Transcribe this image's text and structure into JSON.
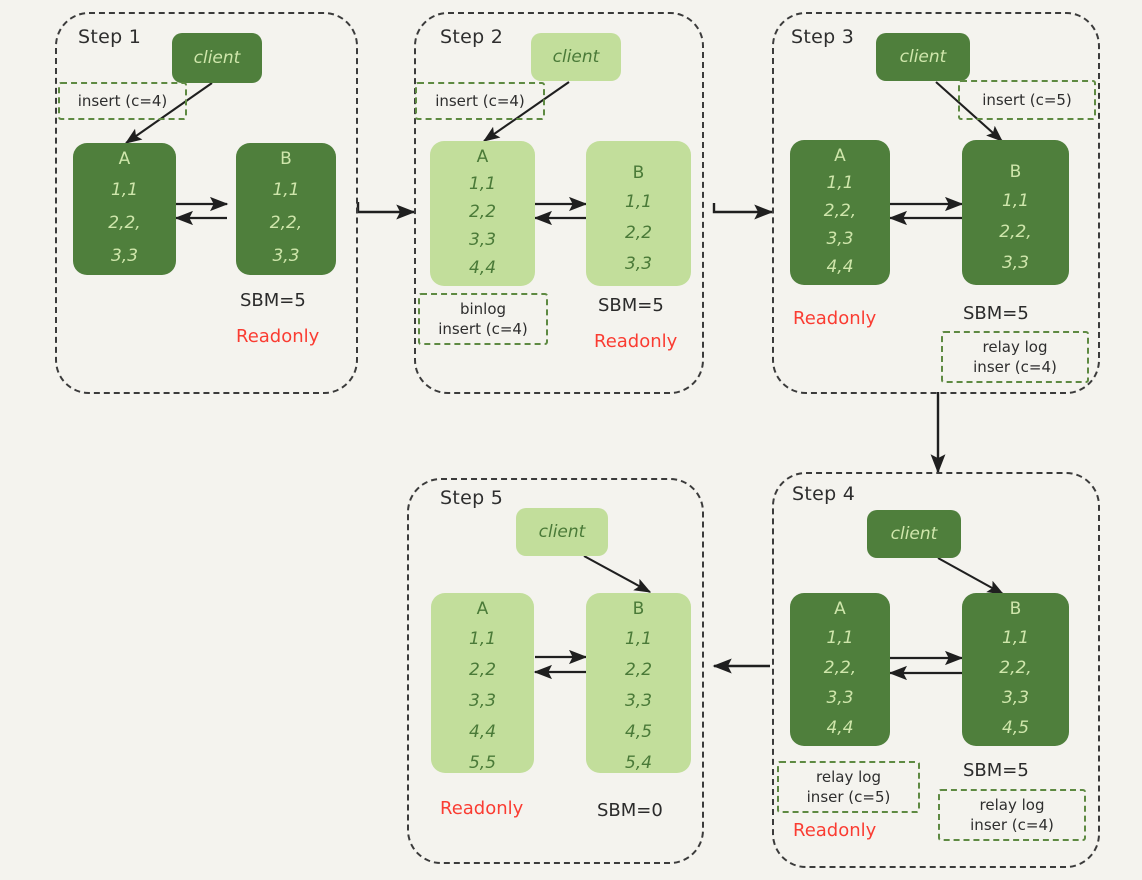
{
  "diagram": {
    "title": "MySQL master-slave replication step sequence",
    "background_color": "#f4f3ee",
    "colors": {
      "dark_green": "#4f7f3c",
      "light_green": "#c2de9b",
      "dark_text_on_green": "#cfe6ab",
      "green_text_on_light": "#4a7a38",
      "note_border": "#5e8a42",
      "readonly_red": "#fa3c32",
      "panel_border": "#3b3b3b",
      "arrow": "#1f1f1f"
    }
  },
  "steps": [
    {
      "id": "step1",
      "title": "Step 1",
      "client": {
        "label": "client",
        "tone": "dark"
      },
      "notes": [
        {
          "name": "insert-note",
          "lines": [
            "insert (c=4)"
          ]
        }
      ],
      "nodes": [
        {
          "name": "node-a",
          "tone": "dark",
          "rows": [
            "A",
            "1,1",
            "2,2,",
            "3,3"
          ]
        },
        {
          "name": "node-b",
          "tone": "dark",
          "rows": [
            "B",
            "1,1",
            "2,2,",
            "3,3"
          ]
        }
      ],
      "labels": [
        {
          "name": "sbm-label",
          "text": "SBM=5",
          "kind": "plain"
        },
        {
          "name": "readonly-label",
          "text": "Readonly",
          "kind": "readonly"
        }
      ]
    },
    {
      "id": "step2",
      "title": "Step 2",
      "client": {
        "label": "client",
        "tone": "light"
      },
      "notes": [
        {
          "name": "insert-note",
          "lines": [
            "insert (c=4)"
          ]
        },
        {
          "name": "binlog-note",
          "lines": [
            "binlog",
            "insert (c=4)"
          ]
        }
      ],
      "nodes": [
        {
          "name": "node-a",
          "tone": "light",
          "rows": [
            "A",
            "1,1",
            "2,2",
            "3,3",
            "4,4"
          ]
        },
        {
          "name": "node-b",
          "tone": "light",
          "rows": [
            "B",
            "1,1",
            "2,2",
            "3,3"
          ]
        }
      ],
      "labels": [
        {
          "name": "sbm-label",
          "text": "SBM=5",
          "kind": "plain"
        },
        {
          "name": "readonly-label",
          "text": "Readonly",
          "kind": "readonly"
        }
      ]
    },
    {
      "id": "step3",
      "title": "Step 3",
      "client": {
        "label": "client",
        "tone": "dark"
      },
      "notes": [
        {
          "name": "insert-note",
          "lines": [
            "insert (c=5)"
          ]
        },
        {
          "name": "relay-log-note",
          "lines": [
            "relay log",
            "inser (c=4)"
          ]
        }
      ],
      "nodes": [
        {
          "name": "node-a",
          "tone": "dark",
          "rows": [
            "A",
            "1,1",
            "2,2,",
            "3,3",
            "4,4"
          ]
        },
        {
          "name": "node-b",
          "tone": "dark",
          "rows": [
            "B",
            "1,1",
            "2,2,",
            "3,3"
          ]
        }
      ],
      "labels": [
        {
          "name": "readonly-label",
          "text": "Readonly",
          "kind": "readonly"
        },
        {
          "name": "sbm-label",
          "text": "SBM=5",
          "kind": "plain"
        }
      ]
    },
    {
      "id": "step4",
      "title": "Step 4",
      "client": {
        "label": "client",
        "tone": "dark"
      },
      "notes": [
        {
          "name": "relay-log-note-a",
          "lines": [
            "relay log",
            "inser (c=5)"
          ]
        },
        {
          "name": "relay-log-note-b",
          "lines": [
            "relay log",
            "inser (c=4)"
          ]
        }
      ],
      "nodes": [
        {
          "name": "node-a",
          "tone": "dark",
          "rows": [
            "A",
            "1,1",
            "2,2,",
            "3,3",
            "4,4"
          ]
        },
        {
          "name": "node-b",
          "tone": "dark",
          "rows": [
            "B",
            "1,1",
            "2,2,",
            "3,3",
            "4,5"
          ]
        }
      ],
      "labels": [
        {
          "name": "readonly-label",
          "text": "Readonly",
          "kind": "readonly"
        },
        {
          "name": "sbm-label",
          "text": "SBM=5",
          "kind": "plain"
        }
      ]
    },
    {
      "id": "step5",
      "title": "Step 5",
      "client": {
        "label": "client",
        "tone": "light"
      },
      "notes": [],
      "nodes": [
        {
          "name": "node-a",
          "tone": "light",
          "rows": [
            "A",
            "1,1",
            "2,2",
            "3,3",
            "4,4",
            "5,5"
          ]
        },
        {
          "name": "node-b",
          "tone": "light",
          "rows": [
            "B",
            "1,1",
            "2,2",
            "3,3",
            "4,5",
            "5,4"
          ]
        }
      ],
      "labels": [
        {
          "name": "readonly-label",
          "text": "Readonly",
          "kind": "readonly"
        },
        {
          "name": "sbm-label",
          "text": "SBM=0",
          "kind": "plain"
        }
      ]
    }
  ],
  "flow_connectors": [
    {
      "name": "connector-step1-to-step2",
      "from": "step1",
      "to": "step2",
      "direction": "right"
    },
    {
      "name": "connector-step2-to-step3",
      "from": "step2",
      "to": "step3",
      "direction": "right"
    },
    {
      "name": "connector-step3-to-step4",
      "from": "step3",
      "to": "step4",
      "direction": "down"
    },
    {
      "name": "connector-step4-to-step5",
      "from": "step4",
      "to": "step5",
      "direction": "left"
    }
  ]
}
